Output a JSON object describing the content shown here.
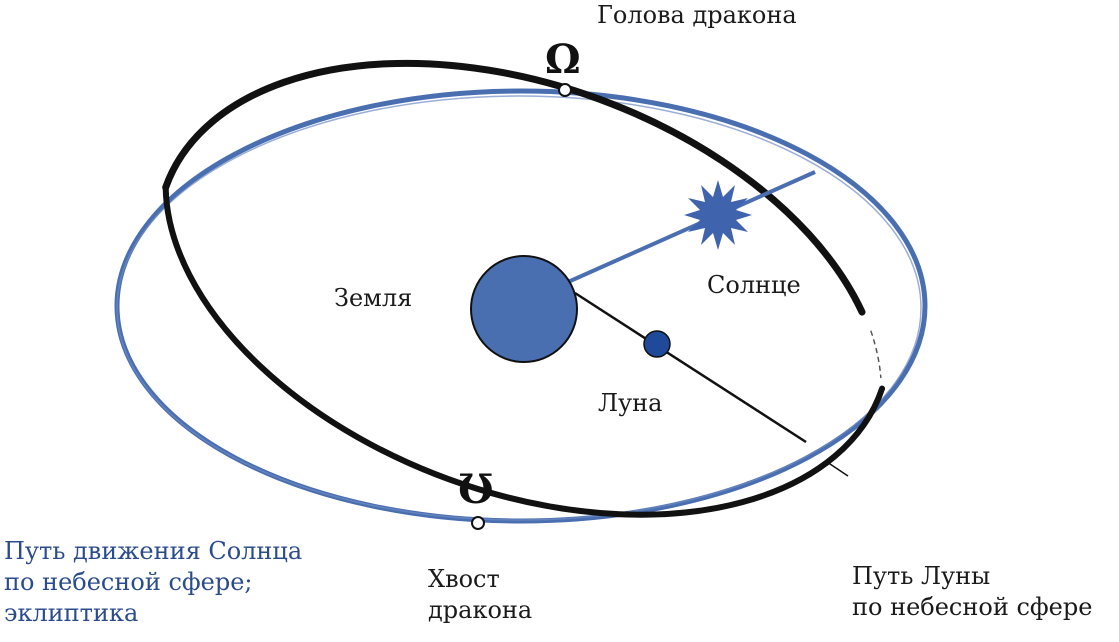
{
  "labels": {
    "dragon_head": "Голова дракона",
    "dragon_tail_line1": "Хвост",
    "dragon_tail_line2": "дракона",
    "earth": "Земля",
    "sun": "Солнце",
    "moon": "Луна",
    "ecliptic_line1": "Путь движения Солнца",
    "ecliptic_line2": "по небесной сфере;",
    "ecliptic_line3": "эклиптика",
    "moon_path_line1": "Путь Луны",
    "moon_path_line2": "по небесной сфере"
  },
  "symbols": {
    "ascending_node": "Ω",
    "descending_node": "Ʊ"
  },
  "colors": {
    "ecliptic": "#4a6fb0",
    "moon_orbit": "#111111",
    "earth": "#4a6fb0",
    "sun": "#3f64ad",
    "moon": "#1f4a99",
    "ecliptic_text": "#2b4c8c"
  }
}
